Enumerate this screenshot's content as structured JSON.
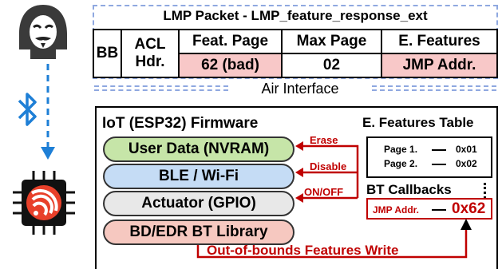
{
  "packet": {
    "title": "LMP Packet - LMP_feature_response_ext",
    "headers": {
      "bb": "BB",
      "acl_line1": "ACL",
      "acl_line2": "Hdr.",
      "feat_page": "Feat. Page",
      "max_page": "Max Page",
      "e_features": "E. Features"
    },
    "values": {
      "feat_page": "62 (bad)",
      "max_page": "02",
      "e_features": "JMP Addr."
    }
  },
  "air_interface_label": "Air Interface",
  "firmware": {
    "title": "IoT (ESP32) Firmware",
    "components": [
      {
        "label": "User Data (NVRAM)",
        "color": "#c6e5a8"
      },
      {
        "label": "BLE / Wi-Fi",
        "color": "#c5dcf5"
      },
      {
        "label": "Actuator (GPIO)",
        "color": "#e8e8e8"
      },
      {
        "label": "BD/EDR BT Library",
        "color": "#f6c8c0"
      }
    ],
    "actions": [
      "Erase",
      "Disable",
      "ON/OFF"
    ],
    "features_table": {
      "title": "E. Features Table",
      "rows": [
        {
          "page": "Page 1.",
          "value": "0x01"
        },
        {
          "page": "Page 2.",
          "value": "0x02"
        }
      ]
    },
    "callbacks": {
      "title": "BT Callbacks",
      "jmp_label": "JMP Addr.",
      "jmp_value": "0x62"
    },
    "oob_label": "Out-of-bounds Features Write"
  },
  "colors": {
    "attack_red": "#c00000",
    "highlight_pink": "#f8c8c8",
    "dashed_blue": "#8fa8e0",
    "bluetooth_blue": "#1e7fd6",
    "esp_red": "#e8402a"
  },
  "icons": [
    "hacker-icon",
    "bluetooth-icon",
    "esp32-chip-icon"
  ]
}
